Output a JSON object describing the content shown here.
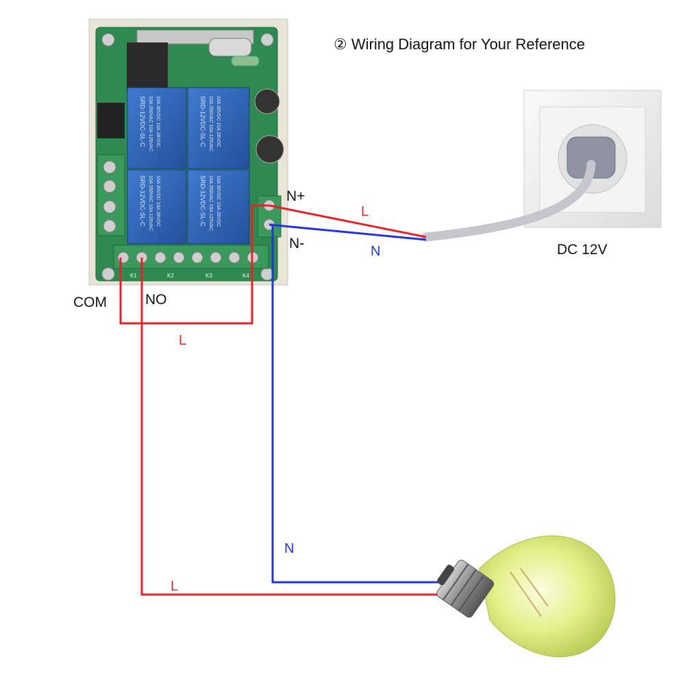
{
  "title": "② Wiring Diagram for Your Reference",
  "terminals": {
    "com": "COM",
    "no": "NO",
    "n_plus": "N+",
    "n_minus": "N-"
  },
  "power_source": "DC 12V",
  "wires": {
    "live": "L",
    "neutral": "N"
  },
  "relays": [
    {
      "line1": "SRD-12VDC-SL-C",
      "line2": "10A 250VAC 10A 125VAC",
      "line3": "10A 30VDC 10A 28VDC"
    },
    {
      "line1": "SRD-12VDC-SL-C",
      "line2": "10A 250VAC 10A 125VAC",
      "line3": "10A 30VDC 10A 28VDC"
    },
    {
      "line1": "SRD-12VDC-SL-C",
      "line2": "10A 250VAC 10A 125VAC",
      "line3": "10A 30VDC 10A 28VDC"
    },
    {
      "line1": "SRD-12VDC-SL-C",
      "line2": "10A 250VAC 10A 125VAC",
      "line3": "10A 30VDC 10A 28VDC"
    }
  ],
  "terminal_marks": [
    "K1",
    "K2",
    "K3",
    "K4"
  ],
  "colors": {
    "live": "#e8202a",
    "neutral": "#2233dd",
    "pcb": "#2f8a52",
    "relay": "#2f63b8",
    "terminal_block": "#3a9a5c"
  }
}
